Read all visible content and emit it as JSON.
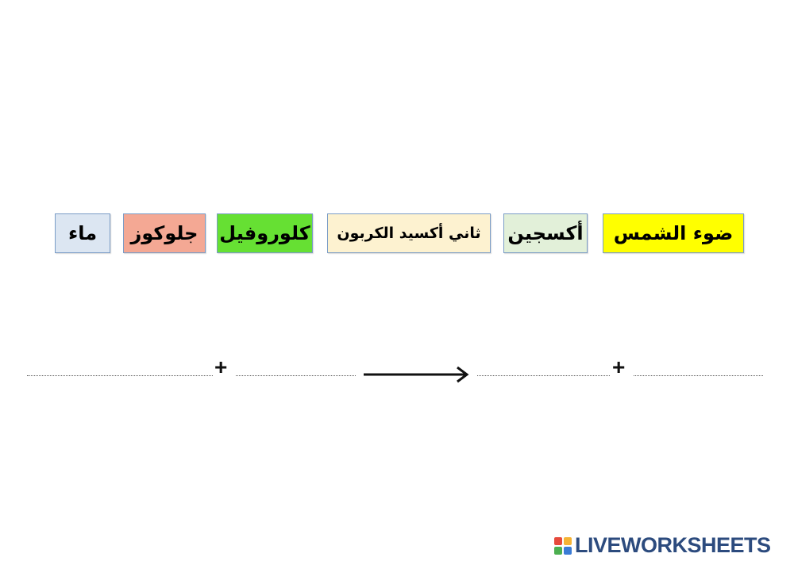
{
  "word_bank": [
    {
      "label": "ضوء الشمس",
      "color": "#ffff00"
    },
    {
      "label": "أكسجين",
      "color": "#e2f0d9"
    },
    {
      "label": "ثاني أكسيد الكربون",
      "color": "#fdf2d0"
    },
    {
      "label": "كلوروفيل",
      "color": "#66e033"
    },
    {
      "label": "جلوكوز",
      "color": "#f4a894"
    },
    {
      "label": "ماء",
      "color": "#dce6f2"
    }
  ],
  "equation": {
    "plus_left": "+",
    "plus_right": "+"
  },
  "branding": {
    "logo_text": "LIVEWORKSHEETS",
    "logo_colors": [
      "#e64a3c",
      "#f5b335",
      "#4caf50",
      "#3a7bd5"
    ]
  }
}
